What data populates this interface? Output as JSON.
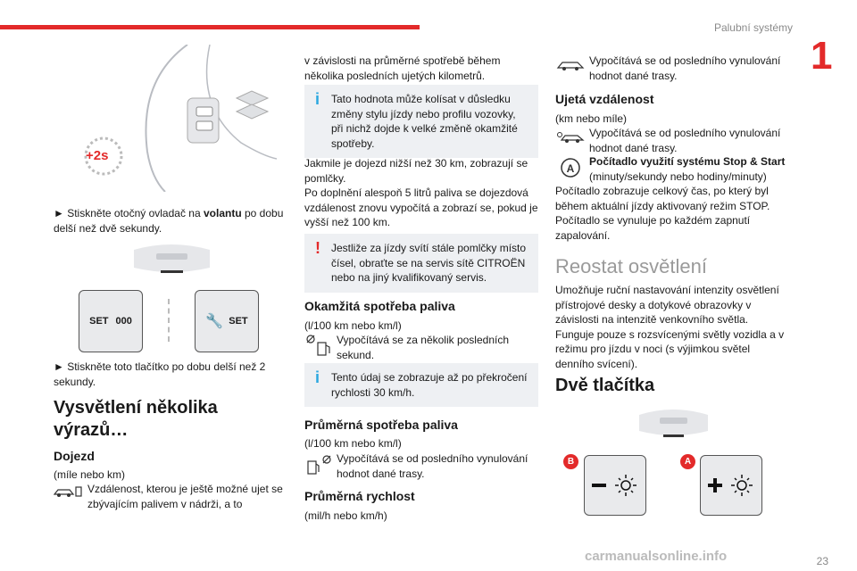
{
  "header": {
    "section": "Palubní systémy",
    "chapter": "1",
    "page": "23"
  },
  "watermark": "carmanualsonline.info",
  "col1": {
    "steering_badge": "+2s",
    "step1_a": "► Stiskněte otočný ovladač na ",
    "step1_b": "volantu",
    "step1_c": " po dobu delší než dvě sekundy.",
    "key_left_a": "SET",
    "key_left_b": "000",
    "key_right": "SET",
    "step2": "► Stiskněte toto tlačítko po dobu delší než 2 sekundy.",
    "heading": "Vysvětlení několika výrazů…",
    "dojezd_title": "Dojezd",
    "dojezd_unit": "(míle nebo km)",
    "dojezd_text": "Vzdálenost, kterou je ještě možné ujet se zbývajícím palivem v nádrži, a to"
  },
  "col2": {
    "cont": "v závislosti na průměrné spotřebě během několika posledních ujetých kilometrů.",
    "note1": "Tato hodnota může kolísat v důsledku změny stylu jízdy nebo profilu vozovky, při nichž dojde k velké změně okamžité spotřeby.",
    "para1": "Jakmile je dojezd nižší než 30 km, zobrazují se pomlčky.",
    "para2": "Po doplnění alespoň 5 litrů paliva se dojezdová vzdálenost znovu vypočítá a zobrazí se, pokud je vyšší než 100 km.",
    "warn1": "Jestliže za jízdy svítí stále pomlčky místo čísel, obraťte se na servis sítě CITROËN nebo na jiný kvalifikovaný servis.",
    "okamzita_title": "Okamžitá spotřeba paliva",
    "okamzita_unit": "(l/100 km nebo km/l)",
    "okamzita_text": "Vypočítává se za několik posledních sekund.",
    "note2": "Tento údaj se zobrazuje až po překročení rychlosti 30 km/h.",
    "prumerna_title": "Průměrná spotřeba paliva",
    "prumerna_unit": "(l/100 km nebo km/l)",
    "prumerna_text": "Vypočítává se od posledního vynulování hodnot dané trasy.",
    "rychlost_title": "Průměrná rychlost",
    "rychlost_unit": "(mil/h nebo km/h)"
  },
  "col3": {
    "rychlost_text": "Vypočítává se od posledního vynulování hodnot dané trasy.",
    "ujeta_title": "Ujetá vzdálenost",
    "ujeta_unit": "(km nebo míle)",
    "ujeta_text": "Vypočítává se od posledního vynulování hodnot dané trasy.",
    "stopstart_title": "Počítadlo využití systému Stop & Start",
    "stopstart_unit": "(minuty/sekundy nebo hodiny/minuty)",
    "stopstart_text": "Počítadlo zobrazuje celkový čas, po který byl během aktuální jízdy aktivovaný režim STOP. Počítadlo se vynuluje po každém zapnutí zapalování.",
    "reostat_title": "Reostat osvětlení",
    "reostat_text": "Umožňuje ruční nastavování intenzity osvětlení přístrojové desky a dotykové obrazovky v závislosti na intenzitě venkovního světla. Funguje pouze s rozsvícenými světly vozidla a v režimu pro jízdu v noci (s výjimkou světel denního svícení).",
    "dve_title": "Dvě tlačítka",
    "badge_b": "B",
    "badge_a": "A"
  }
}
